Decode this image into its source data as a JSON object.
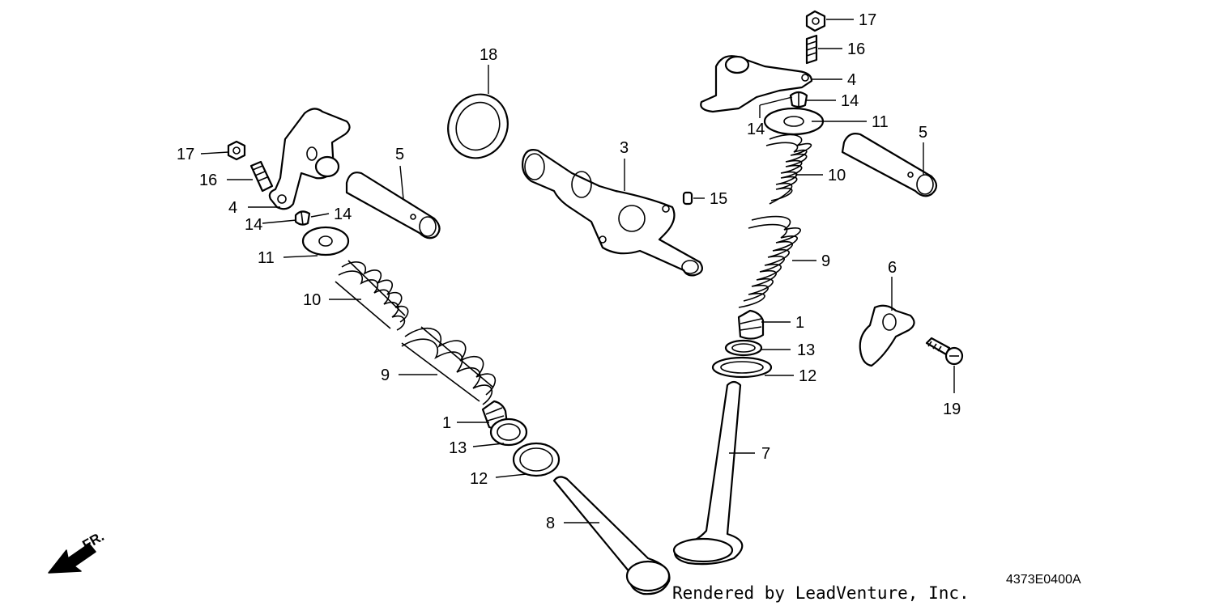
{
  "callouts": [
    {
      "key": "c1a",
      "text": "17"
    },
    {
      "key": "c1b",
      "text": "16"
    },
    {
      "key": "c1c",
      "text": "4"
    },
    {
      "key": "c1d",
      "text": "14"
    },
    {
      "key": "c1e",
      "text": "14"
    },
    {
      "key": "c1f",
      "text": "11"
    },
    {
      "key": "c1g",
      "text": "10"
    },
    {
      "key": "c1h",
      "text": "9"
    },
    {
      "key": "c1i",
      "text": "1"
    },
    {
      "key": "c1j",
      "text": "13"
    },
    {
      "key": "c1k",
      "text": "12"
    },
    {
      "key": "c1l",
      "text": "8"
    },
    {
      "key": "c1m",
      "text": "5"
    },
    {
      "key": "c2a",
      "text": "18"
    },
    {
      "key": "c2b",
      "text": "3"
    },
    {
      "key": "c2c",
      "text": "15"
    },
    {
      "key": "c3a",
      "text": "17"
    },
    {
      "key": "c3b",
      "text": "16"
    },
    {
      "key": "c3c",
      "text": "4"
    },
    {
      "key": "c3d",
      "text": "14"
    },
    {
      "key": "c3e",
      "text": "14"
    },
    {
      "key": "c3f",
      "text": "11"
    },
    {
      "key": "c3g",
      "text": "10"
    },
    {
      "key": "c3h",
      "text": "9"
    },
    {
      "key": "c3i",
      "text": "1"
    },
    {
      "key": "c3j",
      "text": "13"
    },
    {
      "key": "c3k",
      "text": "12"
    },
    {
      "key": "c3l",
      "text": "7"
    },
    {
      "key": "c3m",
      "text": "5"
    },
    {
      "key": "c4a",
      "text": "6"
    },
    {
      "key": "c4b",
      "text": "19"
    }
  ],
  "front_marker": "FR.",
  "diagram_code": "4373E0400A",
  "credit": "Rendered by LeadVenture, Inc."
}
